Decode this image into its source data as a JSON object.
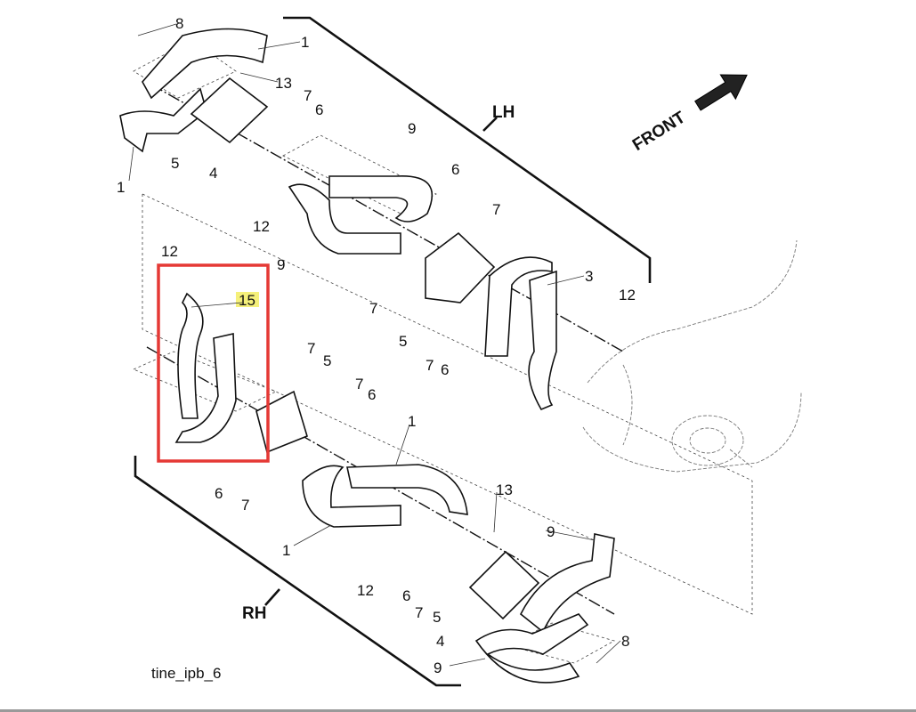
{
  "diagram": {
    "caption": "tine_ipb_6",
    "lh_label": "LH",
    "rh_label": "RH",
    "front_label": "FRONT",
    "highlight_color": "#e53935",
    "highlighted_callout": "15",
    "callouts": [
      "8",
      "1",
      "13",
      "7",
      "6",
      "5",
      "4",
      "1",
      "9",
      "6",
      "7",
      "12",
      "9",
      "3",
      "12",
      "12",
      "15",
      "7",
      "5",
      "7",
      "6",
      "7",
      "5",
      "7",
      "6",
      "6",
      "7",
      "1",
      "1",
      "13",
      "9",
      "12",
      "6",
      "7",
      "5",
      "4",
      "9",
      "8"
    ]
  }
}
